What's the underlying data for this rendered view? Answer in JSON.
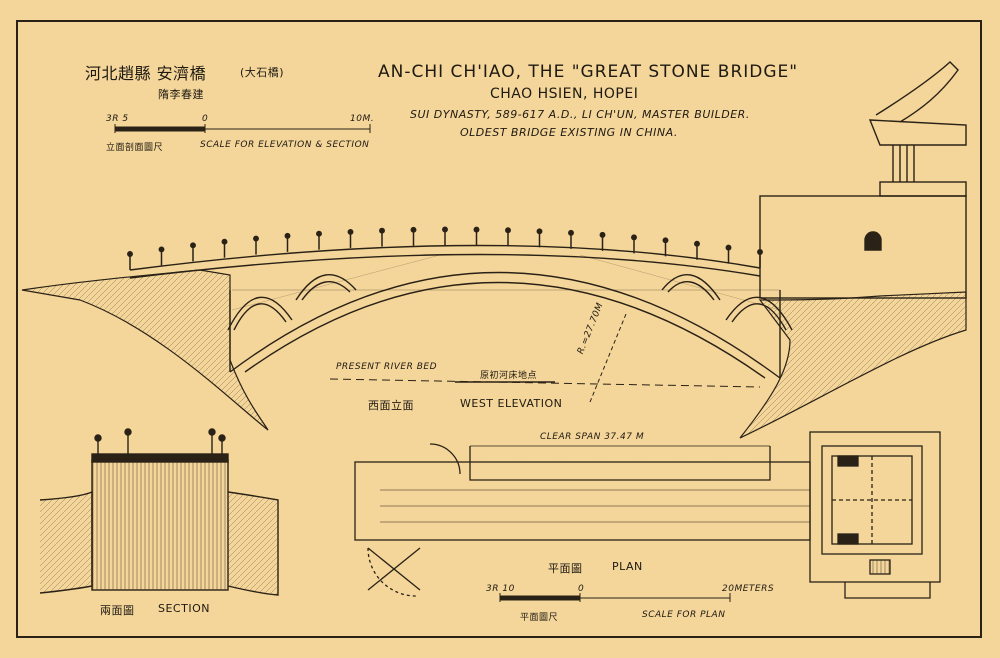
{
  "title": {
    "chinese_heading": "河北趙縣 安濟橋",
    "chinese_heading_note": "(大石橋)",
    "chinese_byline": "隋李春建",
    "line1": "AN-CHI CH'IAO, THE \"GREAT STONE BRIDGE\"",
    "line2": "CHAO HSIEN, HOPEI",
    "line3": "SUI DYNASTY, 589-617 A.D., LI CH'UN, MASTER BUILDER.",
    "line4": "OLDEST BRIDGE EXISTING IN CHINA."
  },
  "elevation_scale": {
    "left_value": "3R 5",
    "mid_value": "0",
    "right_value": "10M.",
    "label_cn": "立面剖面圖尺",
    "label_en": "SCALE FOR ELEVATION & SECTION"
  },
  "elevation": {
    "river_label": "PRESENT RIVER BED",
    "original_river_label": "原初河床地点",
    "radius_label": "R.=27.70M",
    "caption_cn": "西面立面",
    "caption_en": "WEST ELEVATION"
  },
  "plan": {
    "span_label": "CLEAR SPAN 37.47 M",
    "caption_cn": "平面圖",
    "caption_en": "PLAN"
  },
  "plan_scale": {
    "left_value": "3R 10",
    "mid_value": "0",
    "right_value": "20METERS",
    "label_cn": "平面圖尺",
    "label_en": "SCALE FOR PLAN"
  },
  "section": {
    "caption_cn": "兩面圖",
    "caption_en": "SECTION"
  },
  "colors": {
    "paper": "#f4d59a",
    "ink": "#2a2216"
  }
}
